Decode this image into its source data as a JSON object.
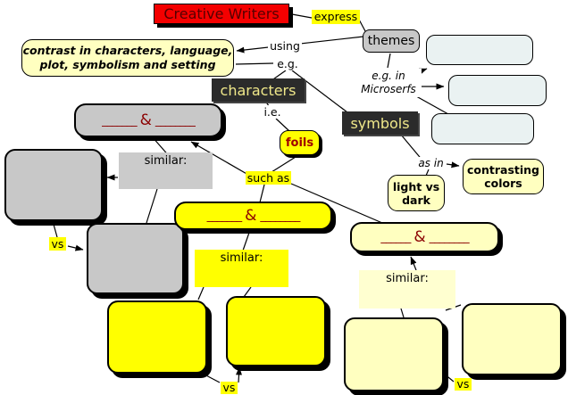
{
  "diagram_title": "Creative Writers",
  "colors": {
    "title_bg": "#f40000",
    "title_text": "#550000",
    "highlight_yellow": "#ffff00",
    "pale_yellow": "#ffffc0",
    "pale_yellow_light": "#ffffd0",
    "gray": "#c8c8c8",
    "gray_light": "#cbcbcb",
    "pale_blue": "#eaf2f2",
    "dark_node": "#2b2b2b",
    "dark_node_text": "#f0e88a",
    "dark_red_text": "#8b0000"
  },
  "nodes": {
    "creative_writers": {
      "label": "Creative Writers"
    },
    "express": {
      "label": "express"
    },
    "themes": {
      "label": "themes"
    },
    "contrast_box": {
      "line1": "contrast in characters, language,",
      "line2": "plot, symbolism and setting"
    },
    "using": {
      "label": "using"
    },
    "eg": {
      "label": "e.g."
    },
    "characters": {
      "label": "characters"
    },
    "microserfs": {
      "line1": "e.g. in",
      "line2": "Microserfs"
    },
    "symbols": {
      "label": "symbols"
    },
    "ie": {
      "label": "i.e."
    },
    "foils": {
      "label": "foils"
    },
    "such_as": {
      "label": "such as"
    },
    "as_in": {
      "label": "as in"
    },
    "light_vs_dark": {
      "line1": "light vs",
      "line2": "dark"
    },
    "contrasting_colors": {
      "line1": "contrasting",
      "line2": "colors"
    },
    "amp_gray": {
      "left": "_______",
      "amp": "&",
      "right": "________"
    },
    "amp_yellow": {
      "left": "_______",
      "amp": "&",
      "right": "________"
    },
    "amp_pale": {
      "left": "______",
      "amp": "&",
      "right": "________"
    },
    "similar_gray": {
      "label": "similar:"
    },
    "similar_yellow": {
      "label": "similar:"
    },
    "similar_pale": {
      "label": "similar:"
    },
    "vs_left": {
      "label": "vs"
    },
    "vs_center": {
      "label": "vs"
    },
    "vs_right": {
      "label": "vs"
    }
  }
}
